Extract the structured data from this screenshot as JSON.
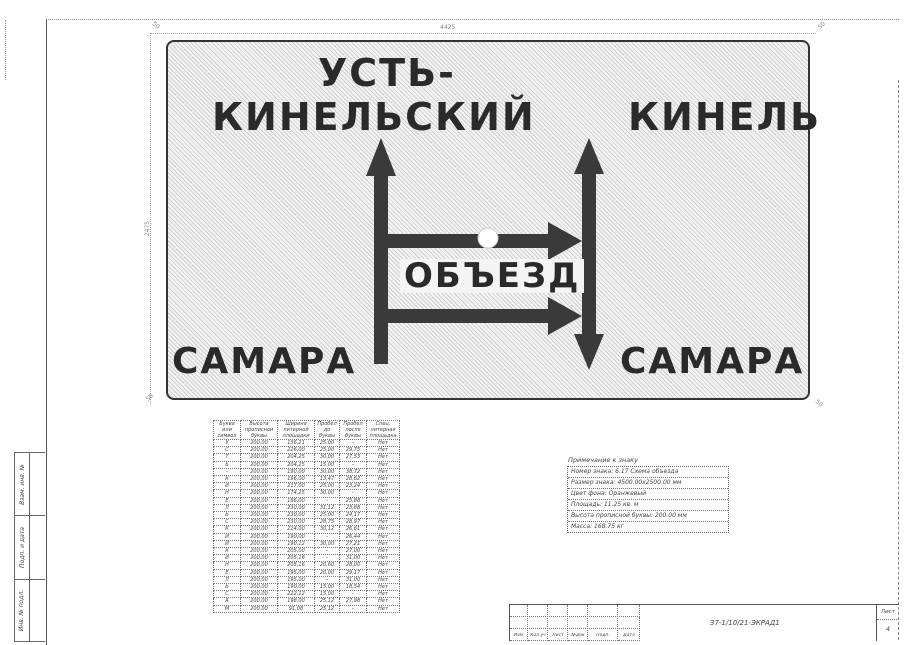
{
  "drawing": {
    "sheet_number": "4",
    "sheet_label": "Лист",
    "document_code": "37-1/10/21-ЭКРАД1",
    "dimensions": {
      "width_label": "4425",
      "height_label": "2475",
      "corner_labels": [
        "50",
        "50",
        "50",
        "50"
      ]
    }
  },
  "sign": {
    "top_left_line1": "УСТЬ-",
    "top_left_line2": "КИНЕЛЬСКИЙ",
    "top_right": "КИНЕЛЬ",
    "center": "ОБЪЕЗД",
    "bottom_left": "САМАРА",
    "bottom_right": "САМАРА",
    "colors": {
      "arrow": "#3a3a3a",
      "border": "#333333",
      "text": "#2a2a2a",
      "background_hatch": "#cfcfcf"
    }
  },
  "spec_table": {
    "headers": [
      "Буква или символ",
      "Высота прописной буквы",
      "Ширина литерной площадки",
      "Пробел до буквы",
      "Пробел после буквы",
      "Спец. литерная площадка"
    ],
    "rows": [
      [
        "У",
        "200,00",
        "136,21",
        "25,00",
        "–",
        "Нет"
      ],
      [
        "С",
        "200,00",
        "226,00",
        "25,00",
        "29,75",
        "Нет"
      ],
      [
        "Т",
        "200,00",
        "204,25",
        "30,00",
        "27,53",
        "Нет"
      ],
      [
        "Ь",
        "200,00",
        "204,25",
        "15,00",
        "–",
        "Нет"
      ],
      [
        "-",
        "200,00",
        "190,00",
        "30,00",
        "38,72",
        "Нет"
      ],
      [
        "К",
        "200,00",
        "196,00",
        "13,47",
        "28,62",
        "Нет"
      ],
      [
        "И",
        "200,00",
        "217,00",
        "25,00",
        "23,24",
        "Нет"
      ],
      [
        "Н",
        "200,00",
        "174,25",
        "30,00",
        "–",
        "Нет"
      ],
      [
        "Е",
        "200,00",
        "186,00",
        "–",
        "25,88",
        "Нет"
      ],
      [
        "Л",
        "200,00",
        "230,00",
        "31,12",
        "23,88",
        "Нет"
      ],
      [
        "Ь",
        "200,00",
        "230,00",
        "25,00",
        "24,17",
        "Нет"
      ],
      [
        "С",
        "200,00",
        "230,00",
        "28,75",
        "28,97",
        "Нет"
      ],
      [
        "К",
        "200,00",
        "214,00",
        "30,12",
        "26,61",
        "Нет"
      ],
      [
        "И",
        "200,00",
        "190,00",
        "–",
        "26,44",
        "Нет"
      ],
      [
        "Й",
        "200,00",
        "190,12",
        "30,00",
        "27,21",
        "Нет"
      ],
      [
        "К",
        "200,00",
        "205,00",
        "–",
        "27,00",
        "Нет"
      ],
      [
        "И",
        "200,00",
        "205,16",
        "–",
        "31,00",
        "Нет"
      ],
      [
        "Н",
        "200,00",
        "205,16",
        "20,60",
        "28,00",
        "Нет"
      ],
      [
        "Е",
        "200,00",
        "195,00",
        "20,00",
        "29,17",
        "Нет"
      ],
      [
        "Л",
        "200,00",
        "195,00",
        "–",
        "31,00",
        "Нет"
      ],
      [
        "Ь",
        "200,00",
        "190,00",
        "15,00",
        "18,54",
        "Нет"
      ],
      [
        "С",
        "200,00",
        "222,12",
        "15,00",
        "–",
        "Нет"
      ],
      [
        "А",
        "200,00",
        "198,00",
        "25,12",
        "27,98",
        "Нет"
      ],
      [
        "М",
        "200,00",
        "91,08",
        "25,12",
        "–",
        "Нет"
      ]
    ]
  },
  "notes": {
    "title": "Примечание к знаку",
    "items": [
      "Номер знака: 6.17 Схема объезда",
      "Размер знака: 4500.00x2500.00 мм",
      "Цвет фона: Оранжевый",
      "Площадь: 11.25 кв. м",
      "Высота прописной буквы: 200.00 мм",
      "Масса: 168.75 кг"
    ]
  },
  "title_block": {
    "columns": [
      "Изм.",
      "Кол.уч",
      "Лист",
      "№док",
      "Подп.",
      "Дата"
    ]
  },
  "side_stamp": {
    "fields": [
      "Инв. № подл.",
      "Подп. и дата",
      "Взам. инв. №"
    ]
  }
}
